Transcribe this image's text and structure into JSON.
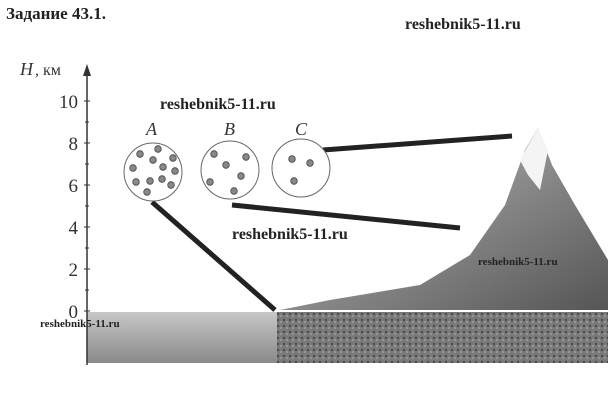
{
  "title": "Задание 43.1.",
  "watermarks": [
    "reshebnik5-11.ru",
    "reshebnik5-11.ru",
    "reshebnik5-11.ru",
    "reshebnik5-11.ru",
    "reshebnik5-11.ru"
  ],
  "axis": {
    "label_var": "H",
    "label_unit": ", км",
    "ticks": [
      "10",
      "8",
      "6",
      "4",
      "2",
      "0"
    ]
  },
  "samples": [
    {
      "label": "A",
      "particles": 12
    },
    {
      "label": "B",
      "particles": 6
    },
    {
      "label": "C",
      "particles": 3
    }
  ]
}
